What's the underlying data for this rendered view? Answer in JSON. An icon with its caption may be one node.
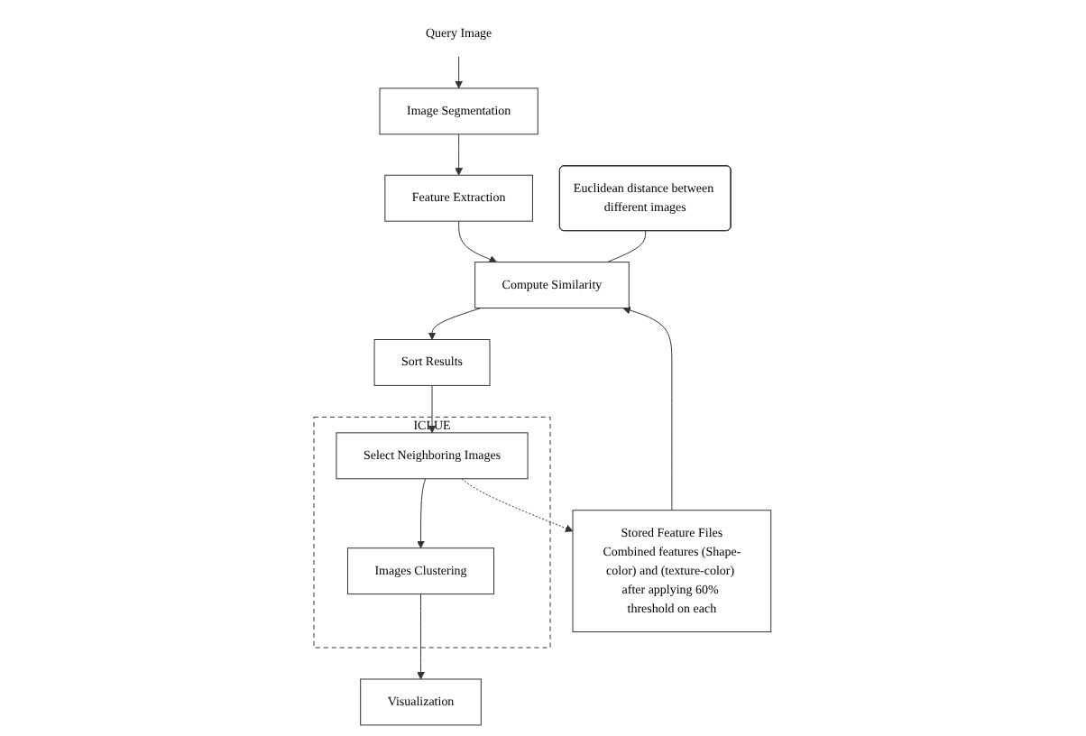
{
  "diagram": {
    "nodes": [
      {
        "text": [
          "Query Image"
        ]
      },
      {
        "text": [
          "Image Segmentation"
        ]
      },
      {
        "text": [
          "Feature Extraction"
        ]
      },
      {
        "text": [
          "Stored Feature Files",
          "Combined features (Shape-color) and (texture-color) after applying 60% threshold on each"
        ]
      },
      {
        "text": [
          "Compute Similarity"
        ]
      },
      {
        "text": [
          "Sort Results"
        ]
      },
      {
        "text": [
          "ICLUE"
        ]
      },
      {
        "text": [
          "Select Neighboring Images"
        ],
        "in": 6
      },
      {
        "text": [
          "Images Clustering"
        ],
        "in": 6
      },
      {
        "text": [
          "Visualization"
        ]
      },
      {
        "text": [
          "Euclidean distance between different images"
        ]
      }
    ],
    "edges": [
      {
        "from": 0,
        "to": 1,
        "arrow": "to"
      },
      {
        "from": 1,
        "to": 2,
        "arrow": "to"
      },
      {
        "from": 2,
        "to": 4,
        "arrow": "to"
      },
      {
        "from": 3,
        "to": 4,
        "arrow": "to"
      },
      {
        "from": 4,
        "to": 5,
        "arrow": "to"
      },
      {
        "from": 5,
        "to": 7,
        "arrow": "to"
      },
      {
        "from": 7,
        "to": 3,
        "arrow": "to",
        "style": "dashed"
      },
      {
        "from": 7,
        "to": 8,
        "arrow": "to"
      },
      {
        "from": 8,
        "to": 9,
        "arrow": "to"
      },
      {
        "from": 10,
        "to": 4,
        "arrow": "none"
      }
    ]
  }
}
